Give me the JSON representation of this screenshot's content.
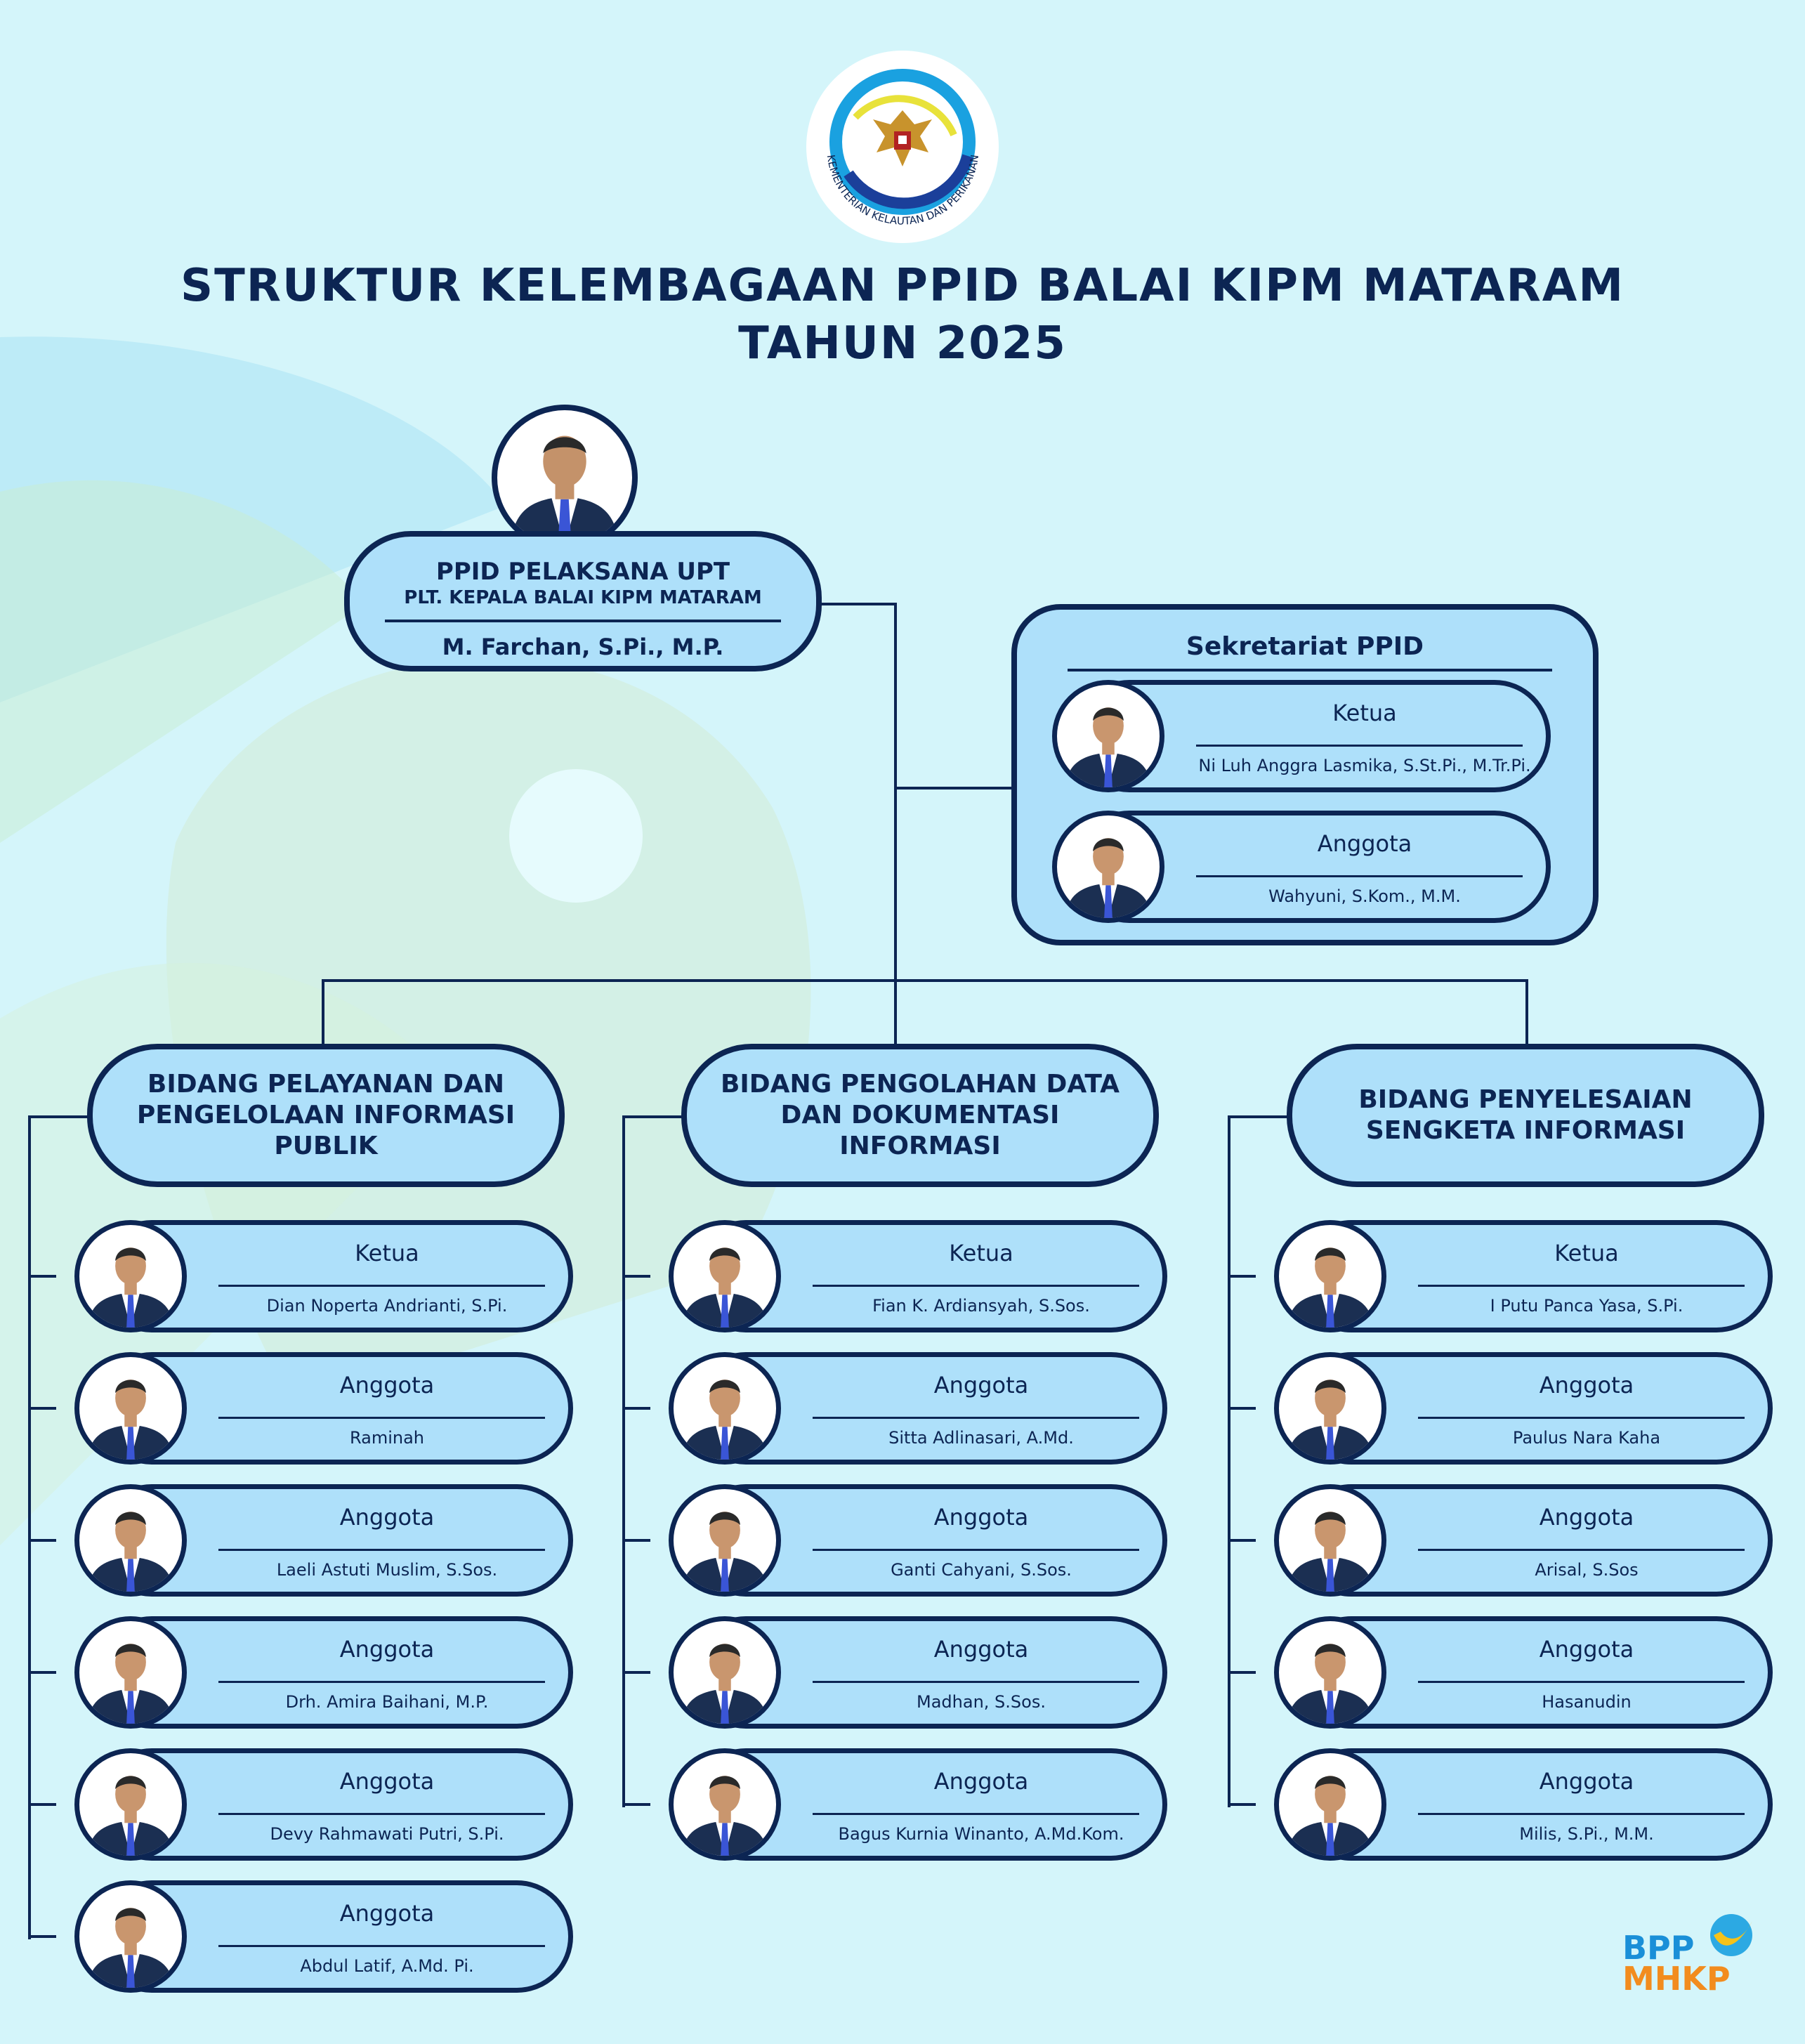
{
  "header": {
    "title_line1": "STRUKTUR KELEMBAGAAN PPID BALAI KIPM MATARAM",
    "title_line2": "TAHUN 2025",
    "logo_text": "KEMENTERIAN KELAUTAN DAN PERIKANAN"
  },
  "head": {
    "title": "PPID PELAKSANA UPT",
    "subtitle": "PLT. KEPALA BALAI KIPM MATARAM",
    "name": "M. Farchan, S.Pi., M.P."
  },
  "secretariat": {
    "title": "Sekretariat PPID",
    "members": [
      {
        "role": "Ketua",
        "name": "Ni Luh Anggra Lasmika, S.St.Pi., M.Tr.Pi."
      },
      {
        "role": "Anggota",
        "name": "Wahyuni, S.Kom., M.M."
      }
    ]
  },
  "divisions": [
    {
      "title_lines": [
        "BIDANG PELAYANAN DAN",
        "PENGELOLAAN INFORMASI",
        "PUBLIK"
      ],
      "members": [
        {
          "role": "Ketua",
          "name": "Dian Noperta Andrianti, S.Pi."
        },
        {
          "role": "Anggota",
          "name": "Raminah"
        },
        {
          "role": "Anggota",
          "name": "Laeli Astuti Muslim, S.Sos."
        },
        {
          "role": "Anggota",
          "name": "Drh. Amira Baihani, M.P."
        },
        {
          "role": "Anggota",
          "name": "Devy Rahmawati Putri, S.Pi."
        },
        {
          "role": "Anggota",
          "name": "Abdul Latif, A.Md. Pi."
        }
      ]
    },
    {
      "title_lines": [
        "BIDANG PENGOLAHAN DATA",
        "DAN DOKUMENTASI",
        "INFORMASI"
      ],
      "members": [
        {
          "role": "Ketua",
          "name": "Fian K. Ardiansyah, S.Sos."
        },
        {
          "role": "Anggota",
          "name": "Sitta Adlinasari, A.Md."
        },
        {
          "role": "Anggota",
          "name": "Ganti Cahyani, S.Sos."
        },
        {
          "role": "Anggota",
          "name": "Madhan, S.Sos."
        },
        {
          "role": "Anggota",
          "name": "Bagus Kurnia Winanto, A.Md.Kom."
        }
      ]
    },
    {
      "title_lines": [
        "BIDANG PENYELESAIAN",
        "SENGKETA INFORMASI"
      ],
      "members": [
        {
          "role": "Ketua",
          "name": "I Putu Panca Yasa, S.Pi."
        },
        {
          "role": "Anggota",
          "name": "Paulus Nara Kaha"
        },
        {
          "role": "Anggota",
          "name": "Arisal, S.Sos"
        },
        {
          "role": "Anggota",
          "name": "Hasanudin"
        },
        {
          "role": "Anggota",
          "name": "Milis, S.Pi., M.M."
        }
      ]
    }
  ],
  "footer_logo": {
    "line1": "BPP",
    "line2": "MHKP"
  },
  "colors": {
    "navy": "#0c2553",
    "pill": "#aee0fa",
    "background": "#d4f5fa",
    "tie": "#3a55d6",
    "orange": "#f28c1e"
  }
}
